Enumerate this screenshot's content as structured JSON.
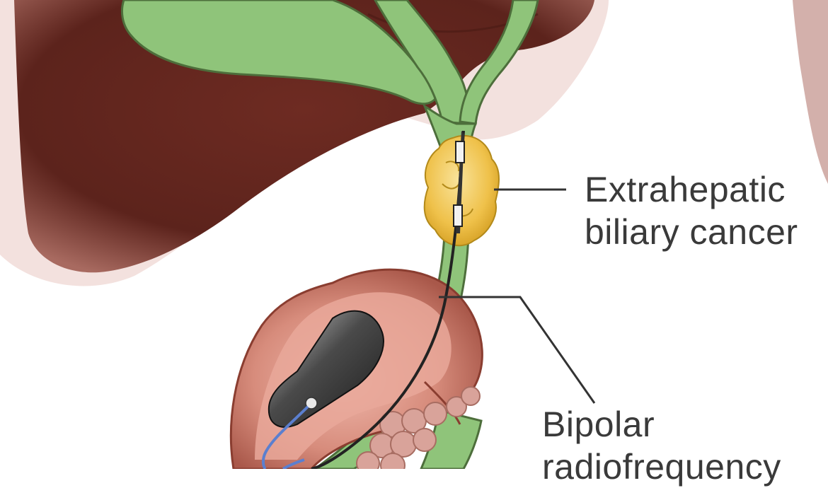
{
  "labels": {
    "tumor": [
      "Extrahepatic",
      "biliary cancer"
    ],
    "device": [
      "Bipolar",
      "radiofrequency"
    ]
  },
  "colors": {
    "liver": "#6b2a22",
    "liver_dark": "#5a221b",
    "bile_duct": "#8fc47a",
    "bile_duct_outline": "#4d6e3b",
    "tumor": "#f2c84a",
    "duodenum": "#c97a6a",
    "duodenum_inner": "#e2a396",
    "pancreas": "#d9a39a",
    "endoscope": "#444444",
    "catheter": "#222222",
    "guidewire": "#5b7fcf",
    "leader_line": "#333333",
    "label_text": "#3a3a3a"
  }
}
